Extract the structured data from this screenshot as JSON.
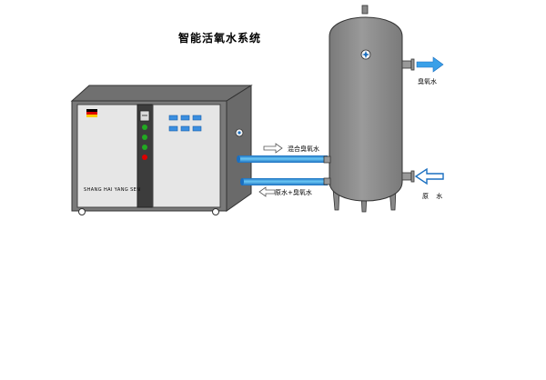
{
  "title": "智能活氧水系统",
  "machine": {
    "brand_text": "SHANG HAI YANG SEN",
    "flag_colors": [
      "#000000",
      "#dd0000",
      "#ffcc00"
    ],
    "indicator_colors": [
      "#22aa22",
      "#22aa22",
      "#22aa22",
      "#dd0000"
    ],
    "button_color": "#3b8fe0",
    "button_count": 6
  },
  "tank": {
    "color": "#888888"
  },
  "flows": {
    "ozone_water_out": "臭氧水",
    "mixed_ozone_water": "混合臭氧水",
    "raw_plus_ozone_water": "原水+臭氧水",
    "raw_water_in": "原 水"
  },
  "colors": {
    "pipe": "#3aa0e8",
    "arrow_fill": "#3aa0e8",
    "arrow_hollow": "#ffffff"
  }
}
